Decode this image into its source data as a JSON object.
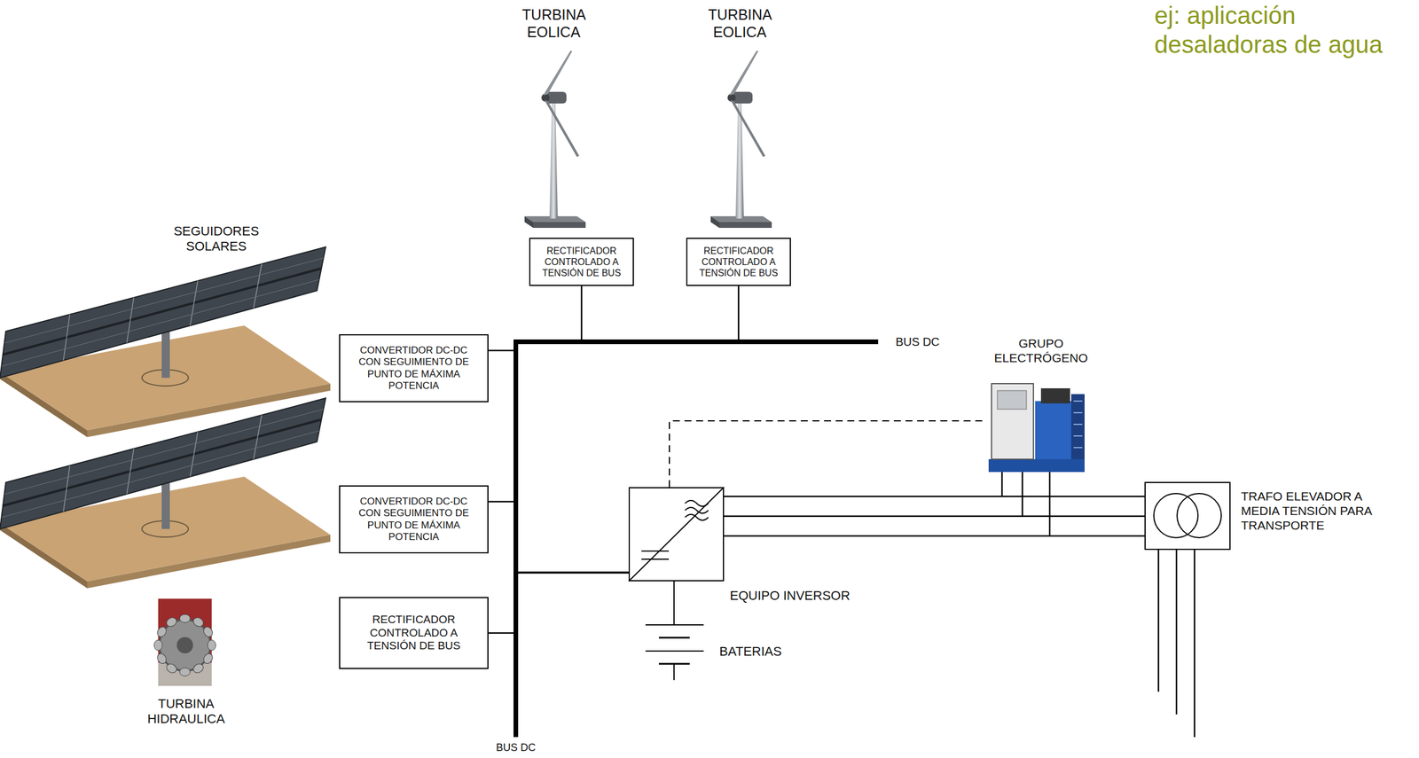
{
  "diagram": {
    "title": "ej: aplicación desaladoras de agua",
    "nodes": [
      {
        "text": [
          "RECTIFICADOR CONTROLADO A TENSIÓN DE BUS"
        ]
      },
      {
        "text": [
          "RECTIFICADOR CONTROLADO A TENSIÓN DE BUS"
        ]
      },
      {
        "text": [
          "CONVERTIDOR DC-DC CON SEGUIMIENTO DE PUNTO DE MÁXIMA POTENCIA"
        ]
      },
      {
        "text": [
          "CONVERTIDOR DC-DC CON SEGUIMIENTO DE PUNTO DE MÁXIMA POTENCIA"
        ]
      },
      {
        "text": [
          "EQUIPO INVERSOR"
        ]
      },
      {
        "text": [
          "TRAFO ELEVADOR A MEDIA TENSIÓN PARA TRANSPORTE"
        ]
      },
      {
        "text": [
          "RECTIFICADOR CONTROLADO A TENSIÓN DE BUS"
        ]
      }
    ],
    "edges": [
      {
        "from": 0,
        "to": 4,
        "arrow": "none"
      },
      {
        "from": 1,
        "to": 4,
        "arrow": "none"
      },
      {
        "from": 2,
        "to": 4,
        "arrow": "none"
      },
      {
        "from": 3,
        "to": 4,
        "arrow": "none"
      },
      {
        "from": 6,
        "to": 4,
        "arrow": "none"
      },
      {
        "from": 4,
        "to": 5,
        "arrow": "none"
      }
    ],
    "labels": [
      "TURBINA EOLICA",
      "TURBINA EOLICA",
      "SEGUIDORES SOLARES",
      "BUS DC",
      "GRUPO ELECTRÓGENO",
      "BATERIAS",
      "TURBINA HIDRAULICA",
      "BUS DC"
    ]
  }
}
